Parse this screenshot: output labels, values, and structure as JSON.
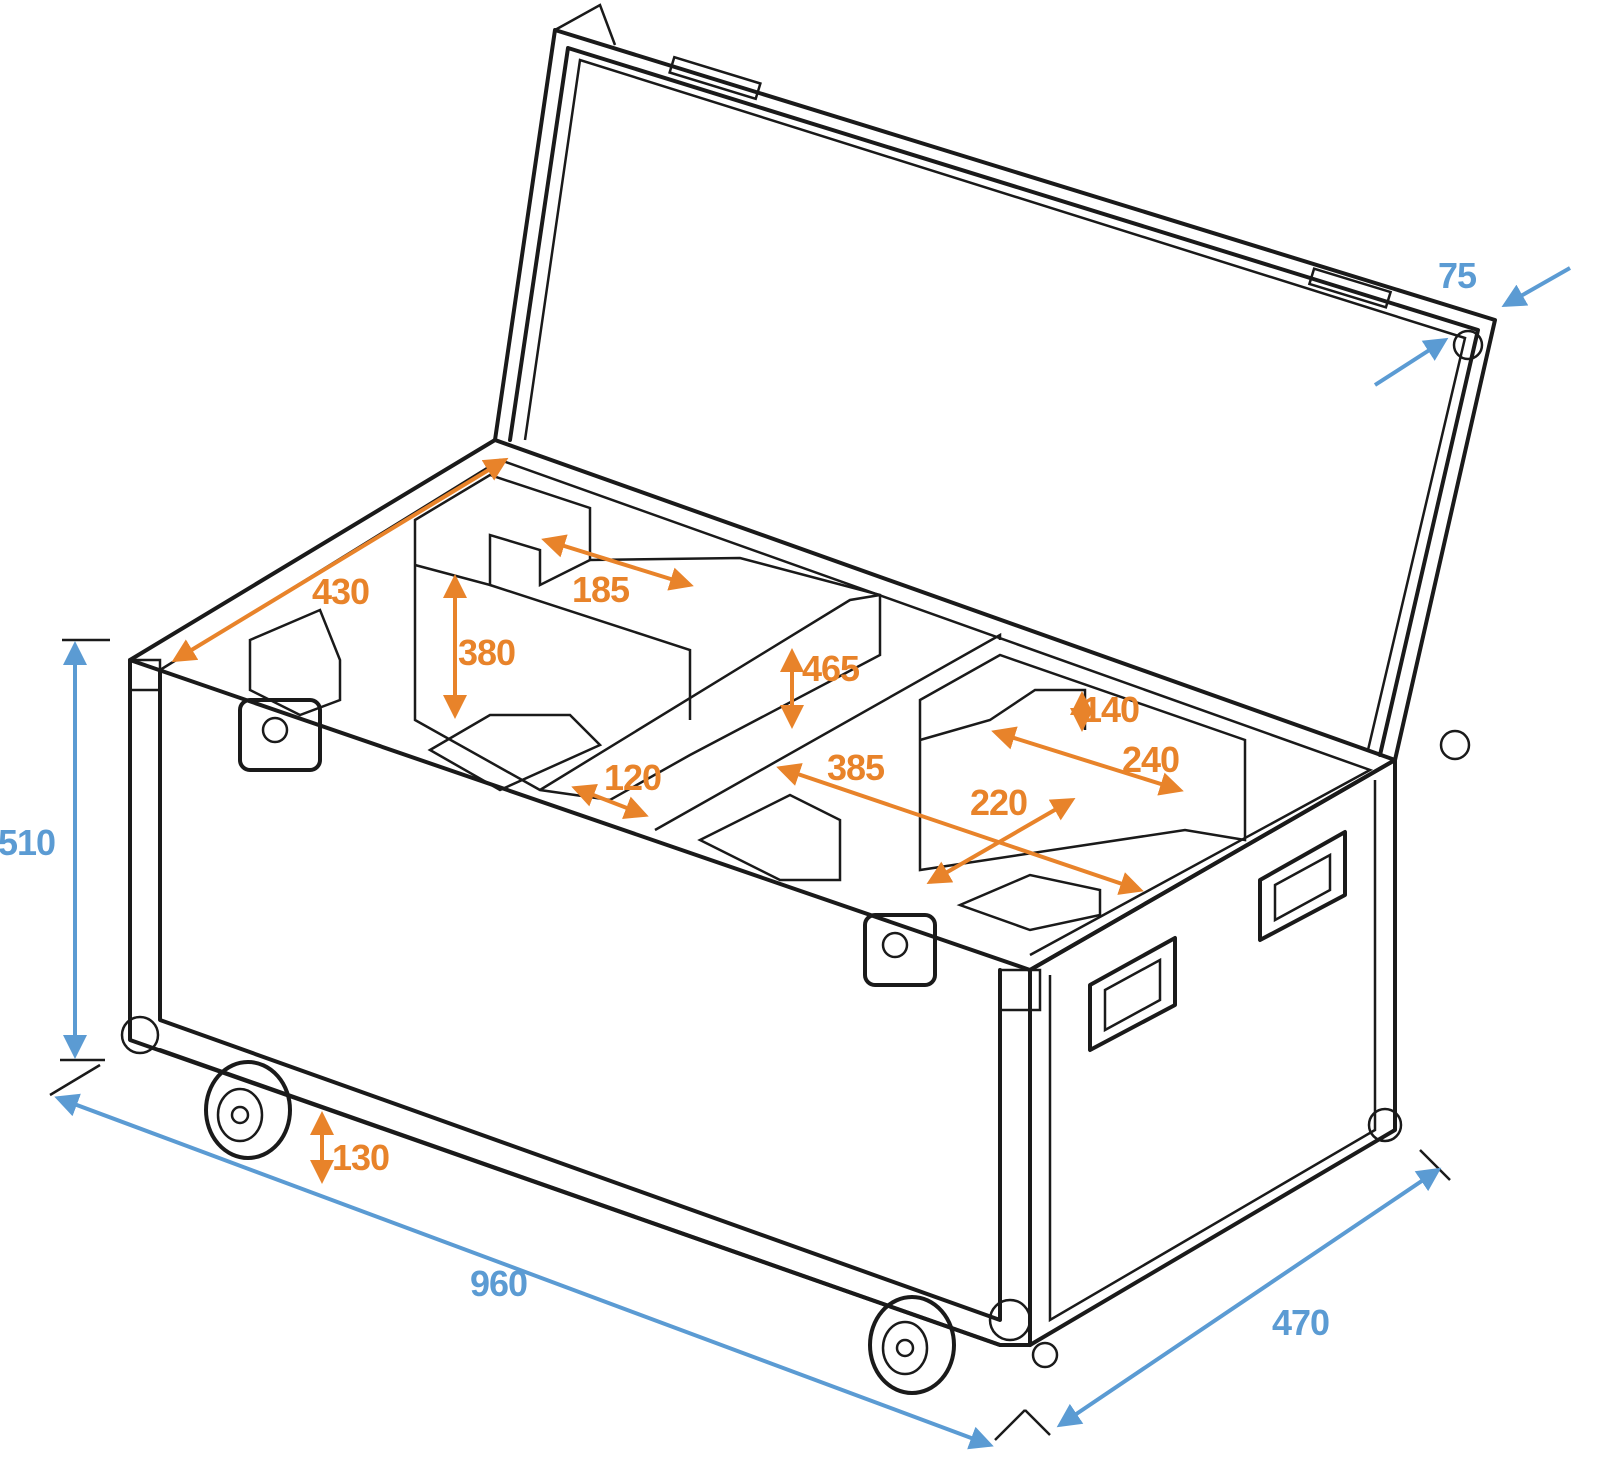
{
  "title": "Flight case dimension drawing",
  "colors": {
    "inner_dimensions": "#e8832a",
    "outer_dimensions": "#5b9bd3",
    "outline": "#1a1a1a"
  },
  "outer_dimensions": {
    "lid_depth": "75",
    "height": "510",
    "length": "960",
    "width": "470"
  },
  "inner_dimensions": {
    "inner_width": "430",
    "compartment_top_length": "185",
    "compartment_height": "380",
    "divider_height": "465",
    "notch_height": "140",
    "right_compartment_length": "240",
    "right_section_length": "385",
    "divider_width": "120",
    "right_section_width": "220",
    "wheel_height": "130"
  }
}
